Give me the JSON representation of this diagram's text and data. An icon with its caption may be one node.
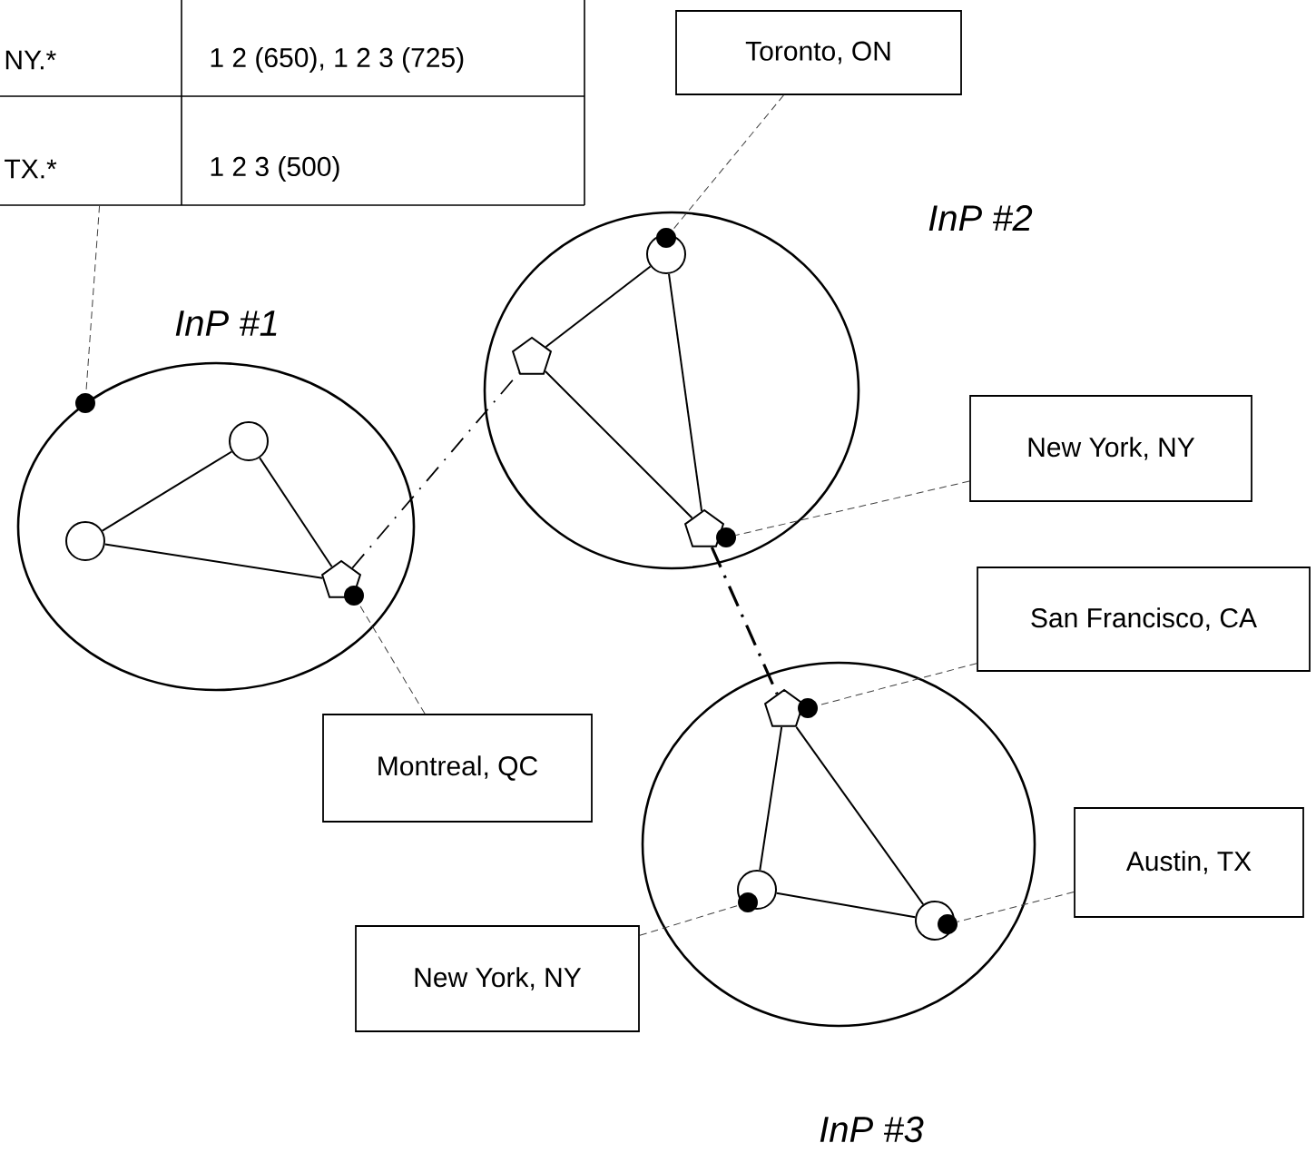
{
  "diagram": {
    "nodes": [
      {
        "text": [
          "NY.*",
          "1 2 (650), 1 2 3 (725)",
          "TX.*",
          "1 2 3 (500)"
        ]
      },
      {
        "text": [
          "Toronto, ON"
        ]
      },
      {
        "text": [
          "InP #1"
        ]
      },
      {
        "text": [],
        "shape": "dot"
      },
      {
        "text": [],
        "shape": "circle",
        "in": 2
      },
      {
        "text": [],
        "shape": "circle",
        "in": 2
      },
      {
        "text": [],
        "shape": "pentagon",
        "in": 2
      },
      {
        "text": [],
        "shape": "dot",
        "in": 2
      },
      {
        "text": [
          "InP #2"
        ]
      },
      {
        "text": [],
        "shape": "circle",
        "in": 8
      },
      {
        "text": [],
        "shape": "dot",
        "in": 8
      },
      {
        "text": [],
        "shape": "pentagon",
        "in": 8
      },
      {
        "text": [],
        "shape": "pentagon",
        "in": 8
      },
      {
        "text": [],
        "shape": "dot",
        "in": 8
      },
      {
        "text": [
          "New York, NY"
        ]
      },
      {
        "text": [
          "San Francisco, CA"
        ]
      },
      {
        "text": [
          "Montreal, QC"
        ]
      },
      {
        "text": [
          "InP #3"
        ]
      },
      {
        "text": [],
        "shape": "pentagon",
        "in": 17
      },
      {
        "text": [],
        "shape": "dot",
        "in": 17
      },
      {
        "text": [],
        "shape": "circle",
        "in": 17
      },
      {
        "text": [],
        "shape": "dot",
        "in": 17
      },
      {
        "text": [],
        "shape": "circle",
        "in": 17
      },
      {
        "text": [],
        "shape": "dot",
        "in": 17
      },
      {
        "text": [
          "Austin, TX"
        ]
      },
      {
        "text": [
          "New York, NY"
        ]
      }
    ],
    "edges": [
      {
        "from": 0,
        "to": 3,
        "arrow": "none",
        "style": "dashed"
      },
      {
        "from": 1,
        "to": 10,
        "arrow": "none",
        "style": "dashed"
      },
      {
        "from": 4,
        "to": 5,
        "arrow": "none"
      },
      {
        "from": 5,
        "to": 6,
        "arrow": "none"
      },
      {
        "from": 6,
        "to": 4,
        "arrow": "none"
      },
      {
        "from": 9,
        "to": 11,
        "arrow": "none"
      },
      {
        "from": 11,
        "to": 12,
        "arrow": "none"
      },
      {
        "from": 12,
        "to": 9,
        "arrow": "none"
      },
      {
        "from": 18,
        "to": 20,
        "arrow": "none"
      },
      {
        "from": 20,
        "to": 22,
        "arrow": "none"
      },
      {
        "from": 22,
        "to": 18,
        "arrow": "none"
      },
      {
        "from": 6,
        "to": 11,
        "arrow": "none",
        "style": "dashed"
      },
      {
        "from": 12,
        "to": 18,
        "arrow": "none",
        "style": "dashed"
      },
      {
        "from": 14,
        "to": 13,
        "arrow": "none",
        "style": "dashed"
      },
      {
        "from": 15,
        "to": 19,
        "arrow": "none",
        "style": "dashed"
      },
      {
        "from": 16,
        "to": 7,
        "arrow": "none",
        "style": "dashed"
      },
      {
        "from": 24,
        "to": 23,
        "arrow": "none",
        "style": "dashed"
      },
      {
        "from": 25,
        "to": 21,
        "arrow": "none",
        "style": "dashed"
      }
    ]
  }
}
